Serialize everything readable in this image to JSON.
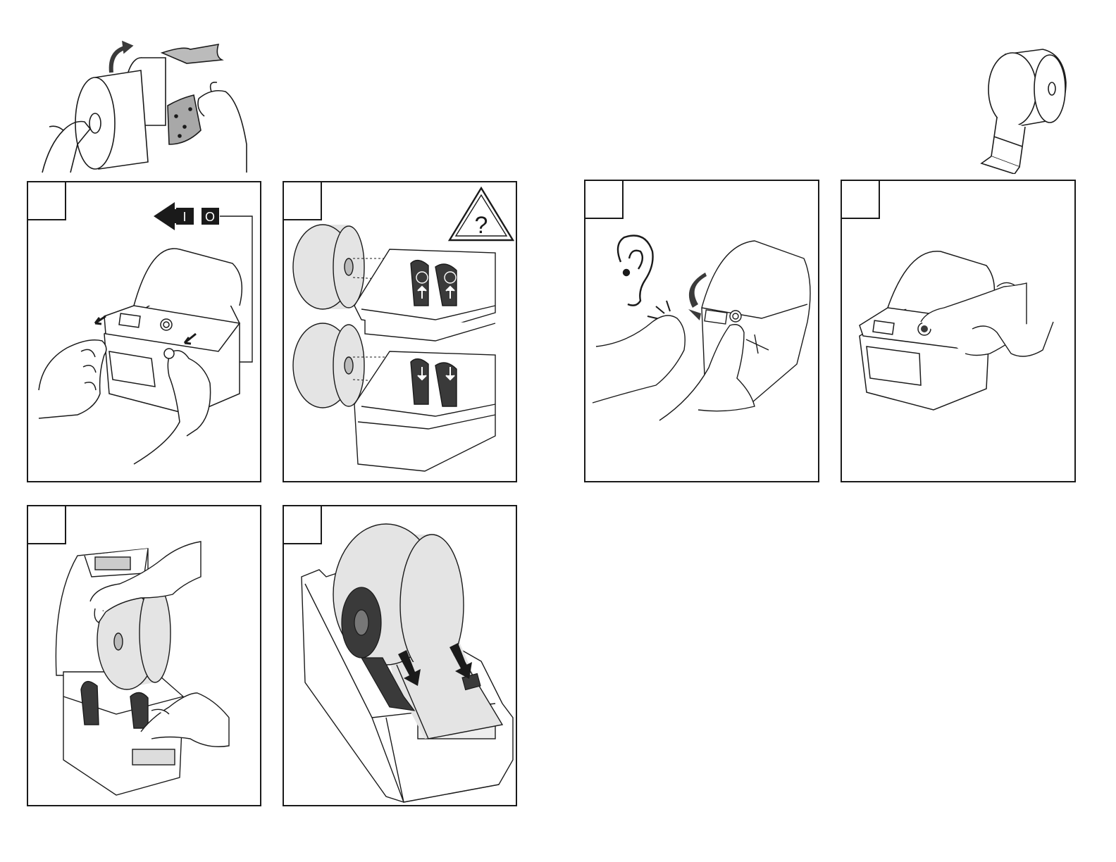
{
  "colors": {
    "ink": "#1a1a1a",
    "paper": "#ffffff",
    "media_fill": "#e4e4e4",
    "dark_part": "#3a3a3a",
    "liner_fill": "#a8a8a8"
  },
  "top_illustrations": [
    {
      "id": "peel-labels",
      "icon": "hands-peeling-label-roll-icon"
    },
    {
      "id": "label-roll",
      "icon": "label-roll-icon"
    }
  ],
  "panels": [
    {
      "id": "power-off",
      "icons": [
        "power-switch-icon",
        "printer-icon",
        "hands-icon",
        "arrow-left-icon"
      ],
      "switch_labels": [
        "I",
        "O"
      ]
    },
    {
      "id": "media-check",
      "icons": [
        "warning-question-icon",
        "media-roll-icon",
        "roll-holder-icon"
      ],
      "warning_symbol": "?"
    },
    {
      "id": "load-roll",
      "icons": [
        "open-printer-icon",
        "media-roll-icon",
        "hands-icon"
      ]
    },
    {
      "id": "feed-media",
      "icons": [
        "open-printer-icon",
        "media-roll-icon",
        "down-arrow-icon"
      ]
    },
    {
      "id": "close-cover",
      "icons": [
        "ear-icon",
        "click-sound-icon",
        "printer-icon",
        "hands-icon",
        "curved-arrow-icon"
      ]
    },
    {
      "id": "press-feed",
      "icons": [
        "printer-icon",
        "finger-icon",
        "feed-button-icon"
      ]
    }
  ]
}
